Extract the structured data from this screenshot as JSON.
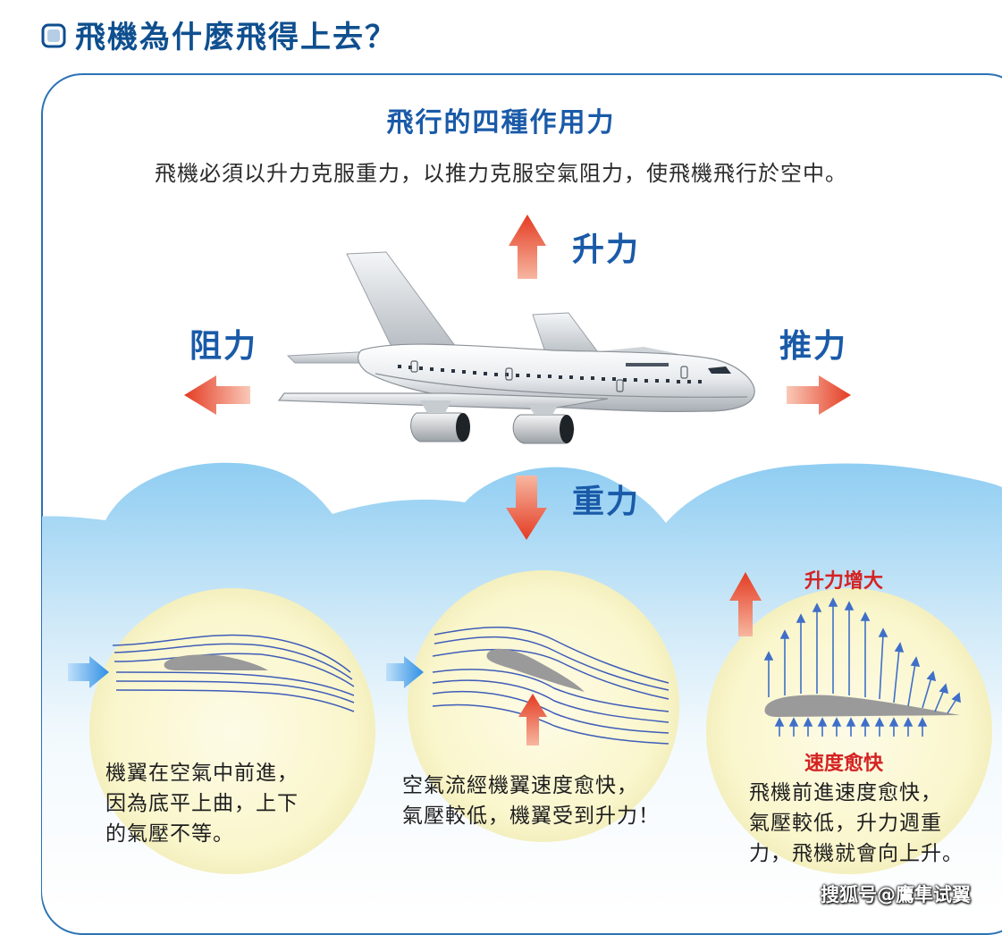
{
  "page": {
    "title": "飛機為什麼飛得上去？"
  },
  "diagram": {
    "heading": "飛行的四種作用力",
    "subtitle": "飛機必須以升力克服重力，以推力克服空氣阻力，使飛機飛行於空中。",
    "forces": {
      "lift": "升力",
      "drag": "阻力",
      "thrust": "推力",
      "gravity": "重力"
    },
    "colors": {
      "heading_blue": "#1a5aa8",
      "force_arrow_red": "#e6452a",
      "input_arrow_blue": "#3a9be8",
      "panel_border": "#2a72b5",
      "sky_blue": "#a8d8f4",
      "bubble_yellow": "#fbf8d6"
    }
  },
  "panels": [
    {
      "caption_lines": [
        "機翼在空氣中前進，",
        "因為底平上曲，上下",
        "的氣壓不等。"
      ]
    },
    {
      "caption_lines": [
        "空氣流經機翼速度愈快，",
        "氣壓較低，機翼受到升力！"
      ]
    },
    {
      "label_top": "升力增大",
      "label_bottom": "速度愈快",
      "caption_lines": [
        "飛機前進速度愈快，",
        "氣壓較低，升力週重",
        "力，飛機就會向上升。"
      ]
    }
  ],
  "watermark": "搜狐号@鷹隼试翼",
  "icons": {
    "title_icon": "rounded-square-icon",
    "airplane": "airplane-illustration"
  }
}
